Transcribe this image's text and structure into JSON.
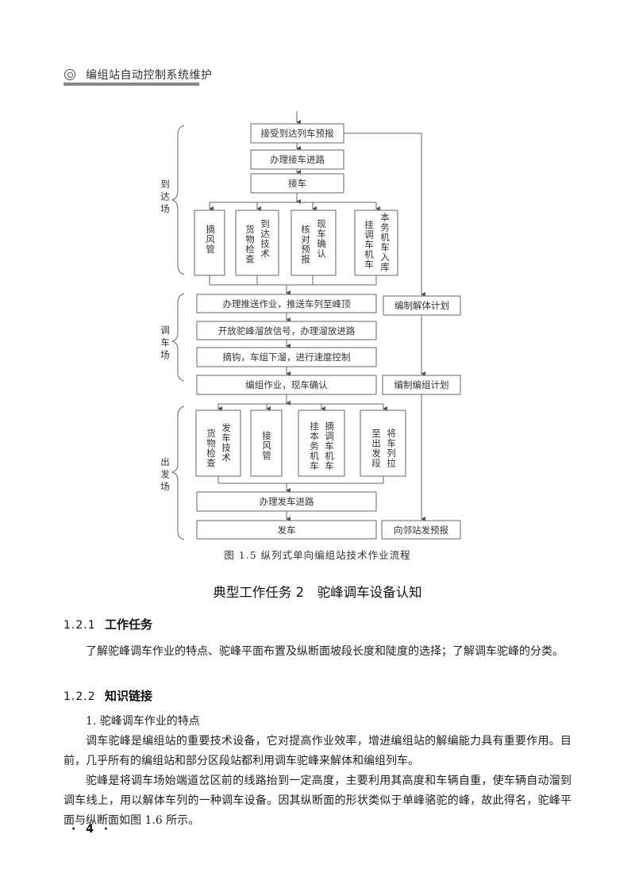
{
  "header": {
    "icon": "bullseye-icon",
    "title": "编组站自动控制系统维护"
  },
  "figure": {
    "caption": "图 1.5   纵列式单向编组站技术作业流程",
    "zones": [
      {
        "label": [
          "到",
          "达",
          "场"
        ]
      },
      {
        "label": [
          "调",
          "车",
          "场"
        ]
      },
      {
        "label": [
          "出",
          "发",
          "场"
        ]
      }
    ],
    "arrival": {
      "steps": [
        "接受到达列车预报",
        "办理接车进路",
        "接车"
      ],
      "parallel": [
        {
          "columns": [
            "摘风管"
          ]
        },
        {
          "columns": [
            "到达技术",
            "货物检查"
          ]
        },
        {
          "columns": [
            "现车确认",
            "核对预报"
          ]
        },
        {
          "columns": [
            "本务机车入库",
            "挂调车机车"
          ]
        }
      ]
    },
    "hump": {
      "steps": [
        "办理推送作业，推送车列至峰顶",
        "开放驼峰溜放信号，办理溜放进路",
        "摘钩，车组下溜，进行速度控制",
        "编组作业，现车确认"
      ]
    },
    "departure": {
      "parallel": [
        {
          "columns": [
            "发车技术",
            "货物检查"
          ]
        },
        {
          "columns": [
            "接风管"
          ]
        },
        {
          "columns": [
            "摘调车机车",
            "挂本务机车"
          ]
        },
        {
          "columns": [
            "将车列拉",
            "至出发段"
          ]
        }
      ],
      "steps": [
        "办理发车进路",
        "发车"
      ]
    },
    "side": [
      "编制解体计划",
      "编制编组计划",
      "向邻站发预报"
    ]
  },
  "task_title": "典型工作任务 2　驼峰调车设备认知",
  "sections": [
    {
      "number": "1.2.1",
      "title": "工作任务"
    },
    {
      "number": "1.2.2",
      "title": "知识链接"
    }
  ],
  "task_paragraph": "了解驼峰调车作业的特点、驼峰平面布置及纵断面坡段长度和陡度的选择；了解调车驼峰的分类。",
  "knowledge": {
    "subheading": "1. 驼峰调车作业的特点",
    "paragraphs": [
      "调车驼峰是编组站的重要技术设备，它对提高作业效率，增进编组站的解编能力具有重要作用。目前，几乎所有的编组站和部分区段站都利用调车驼峰来解体和编组列车。",
      "驼峰是将调车场始端道岔区前的线路抬到一定高度，主要利用其高度和车辆自重，使车辆自动溜到调车线上，用以解体车列的一种调车设备。因其纵断面的形状类似于单峰骆驼的峰，故此得名，驼峰平面与纵断面如图 1.6 所示。"
    ]
  },
  "page_number": "· 4 ·"
}
